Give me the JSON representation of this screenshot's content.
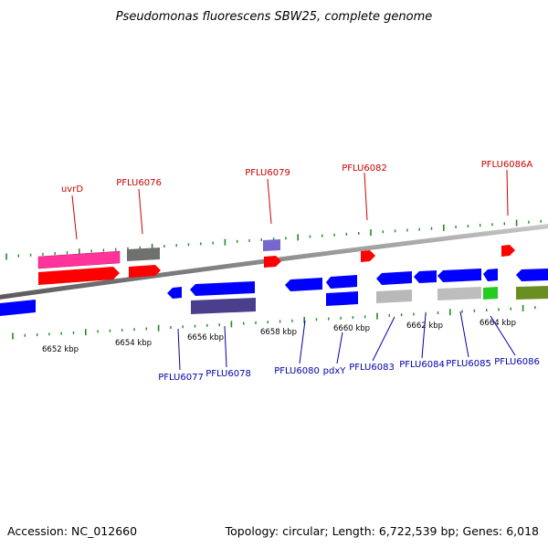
{
  "title": "Pseudomonas fluorescens SBW25, complete genome",
  "footer": {
    "accession": "Accession: NC_012660",
    "summary": "Topology: circular; Length: 6,722,539 bp; Genes: 6,018"
  },
  "colors": {
    "backbone": "#8a8a8a",
    "tick": "#228822",
    "forward_gene": "#ff0000",
    "reverse_gene": "#0000ff",
    "label_forward": "#cc0000",
    "label_reverse": "#0000aa"
  },
  "scale_labels": [
    "6652 kbp",
    "6654 kbp",
    "6656 kbp",
    "6658 kbp",
    "6660 kbp",
    "6662 kbp",
    "6664 kbp"
  ],
  "labels_top": [
    "uvrD",
    "PFLU6076",
    "PFLU6079",
    "PFLU6082",
    "PFLU6086A"
  ],
  "labels_bottom": [
    "PFLU6077",
    "PFLU6078",
    "PFLU6080",
    "pdxY",
    "PFLU6083",
    "PFLU6084",
    "PFLU6085",
    "PFLU6086"
  ]
}
